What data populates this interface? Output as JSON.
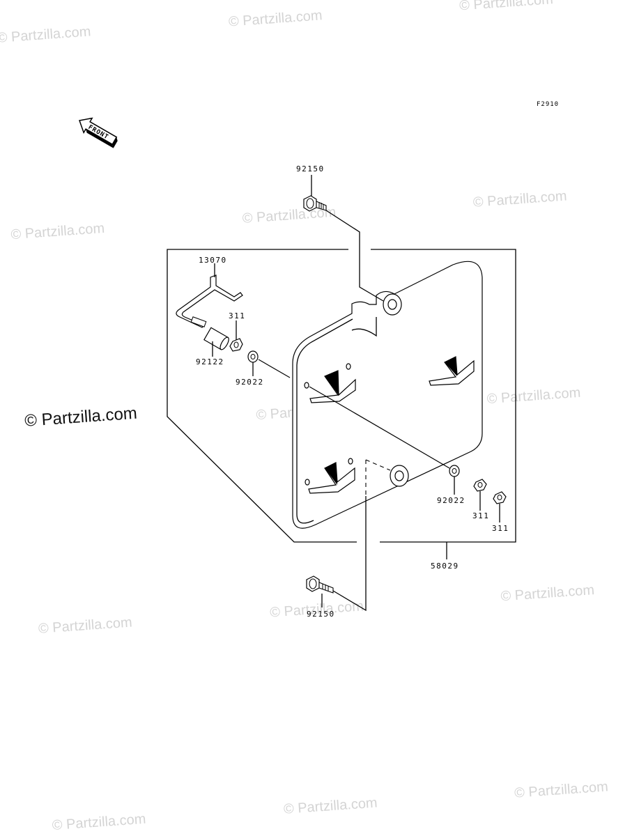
{
  "figure_ref": "F2910",
  "front_label": "FRONT",
  "watermark": "© Partzilla.com",
  "part_numbers": {
    "bolt_top": "92150",
    "bolt_bottom": "92150",
    "rod": "13070",
    "collar": "92122",
    "nut_left": "311",
    "washer_left": "92022",
    "washer_right": "92022",
    "nut_right_1": "311",
    "nut_right_2": "311",
    "plate_assembly": "58029"
  }
}
